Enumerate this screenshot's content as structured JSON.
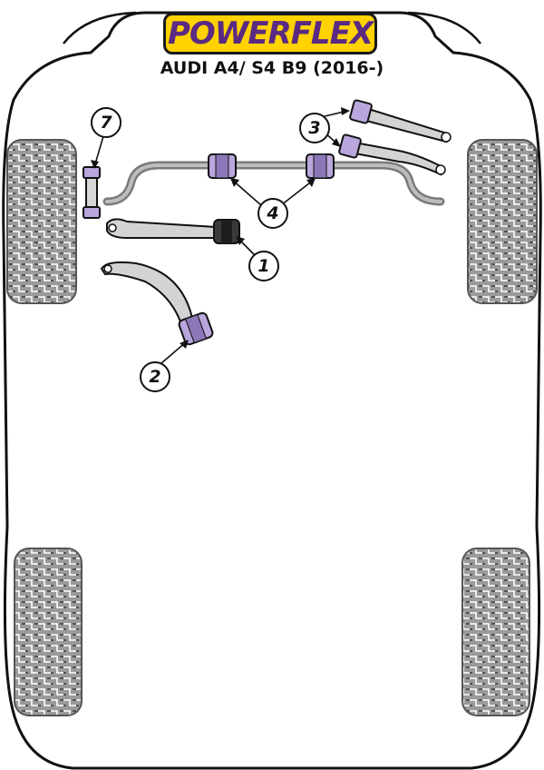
{
  "brand": {
    "logo_text": "POWERFLEX",
    "logo_bg": "#ffd200",
    "logo_fg": "#5a2a83"
  },
  "model": {
    "title": "AUDI A4/ S4 B9 (2016-)"
  },
  "colors": {
    "bush_purple": "#b9a6dc",
    "bush_purple_dark": "#6d5a93",
    "arm_grey": "#cfcfcf",
    "tyre_dark": "#3a3a3a"
  },
  "callouts": [
    {
      "label": "7"
    },
    {
      "label": "3"
    },
    {
      "label": "4"
    },
    {
      "label": "1"
    },
    {
      "label": "2"
    }
  ]
}
